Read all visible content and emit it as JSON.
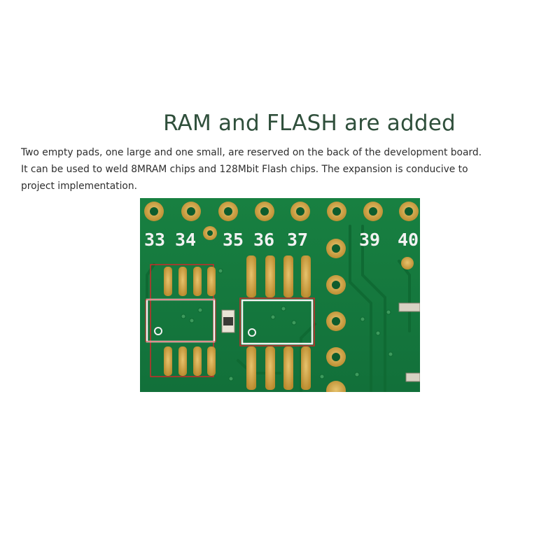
{
  "heading": {
    "title": "RAM and FLASH are added"
  },
  "description": {
    "lines": [
      "Two empty pads, one large and one small, are reserved on the back of the development board.",
      "It can be used to weld 8MRAM chips and 128Mbit Flash chips. The expansion is conducive to",
      "project implementation."
    ]
  },
  "pcb": {
    "pin_labels": [
      "33",
      "34",
      "35",
      "36",
      "37",
      "39",
      "40"
    ],
    "colors": {
      "board": "#157a3d",
      "copper": "#d7a94c",
      "silkscreen": "#f2f2f2",
      "outline": "#cc2a2a"
    }
  }
}
